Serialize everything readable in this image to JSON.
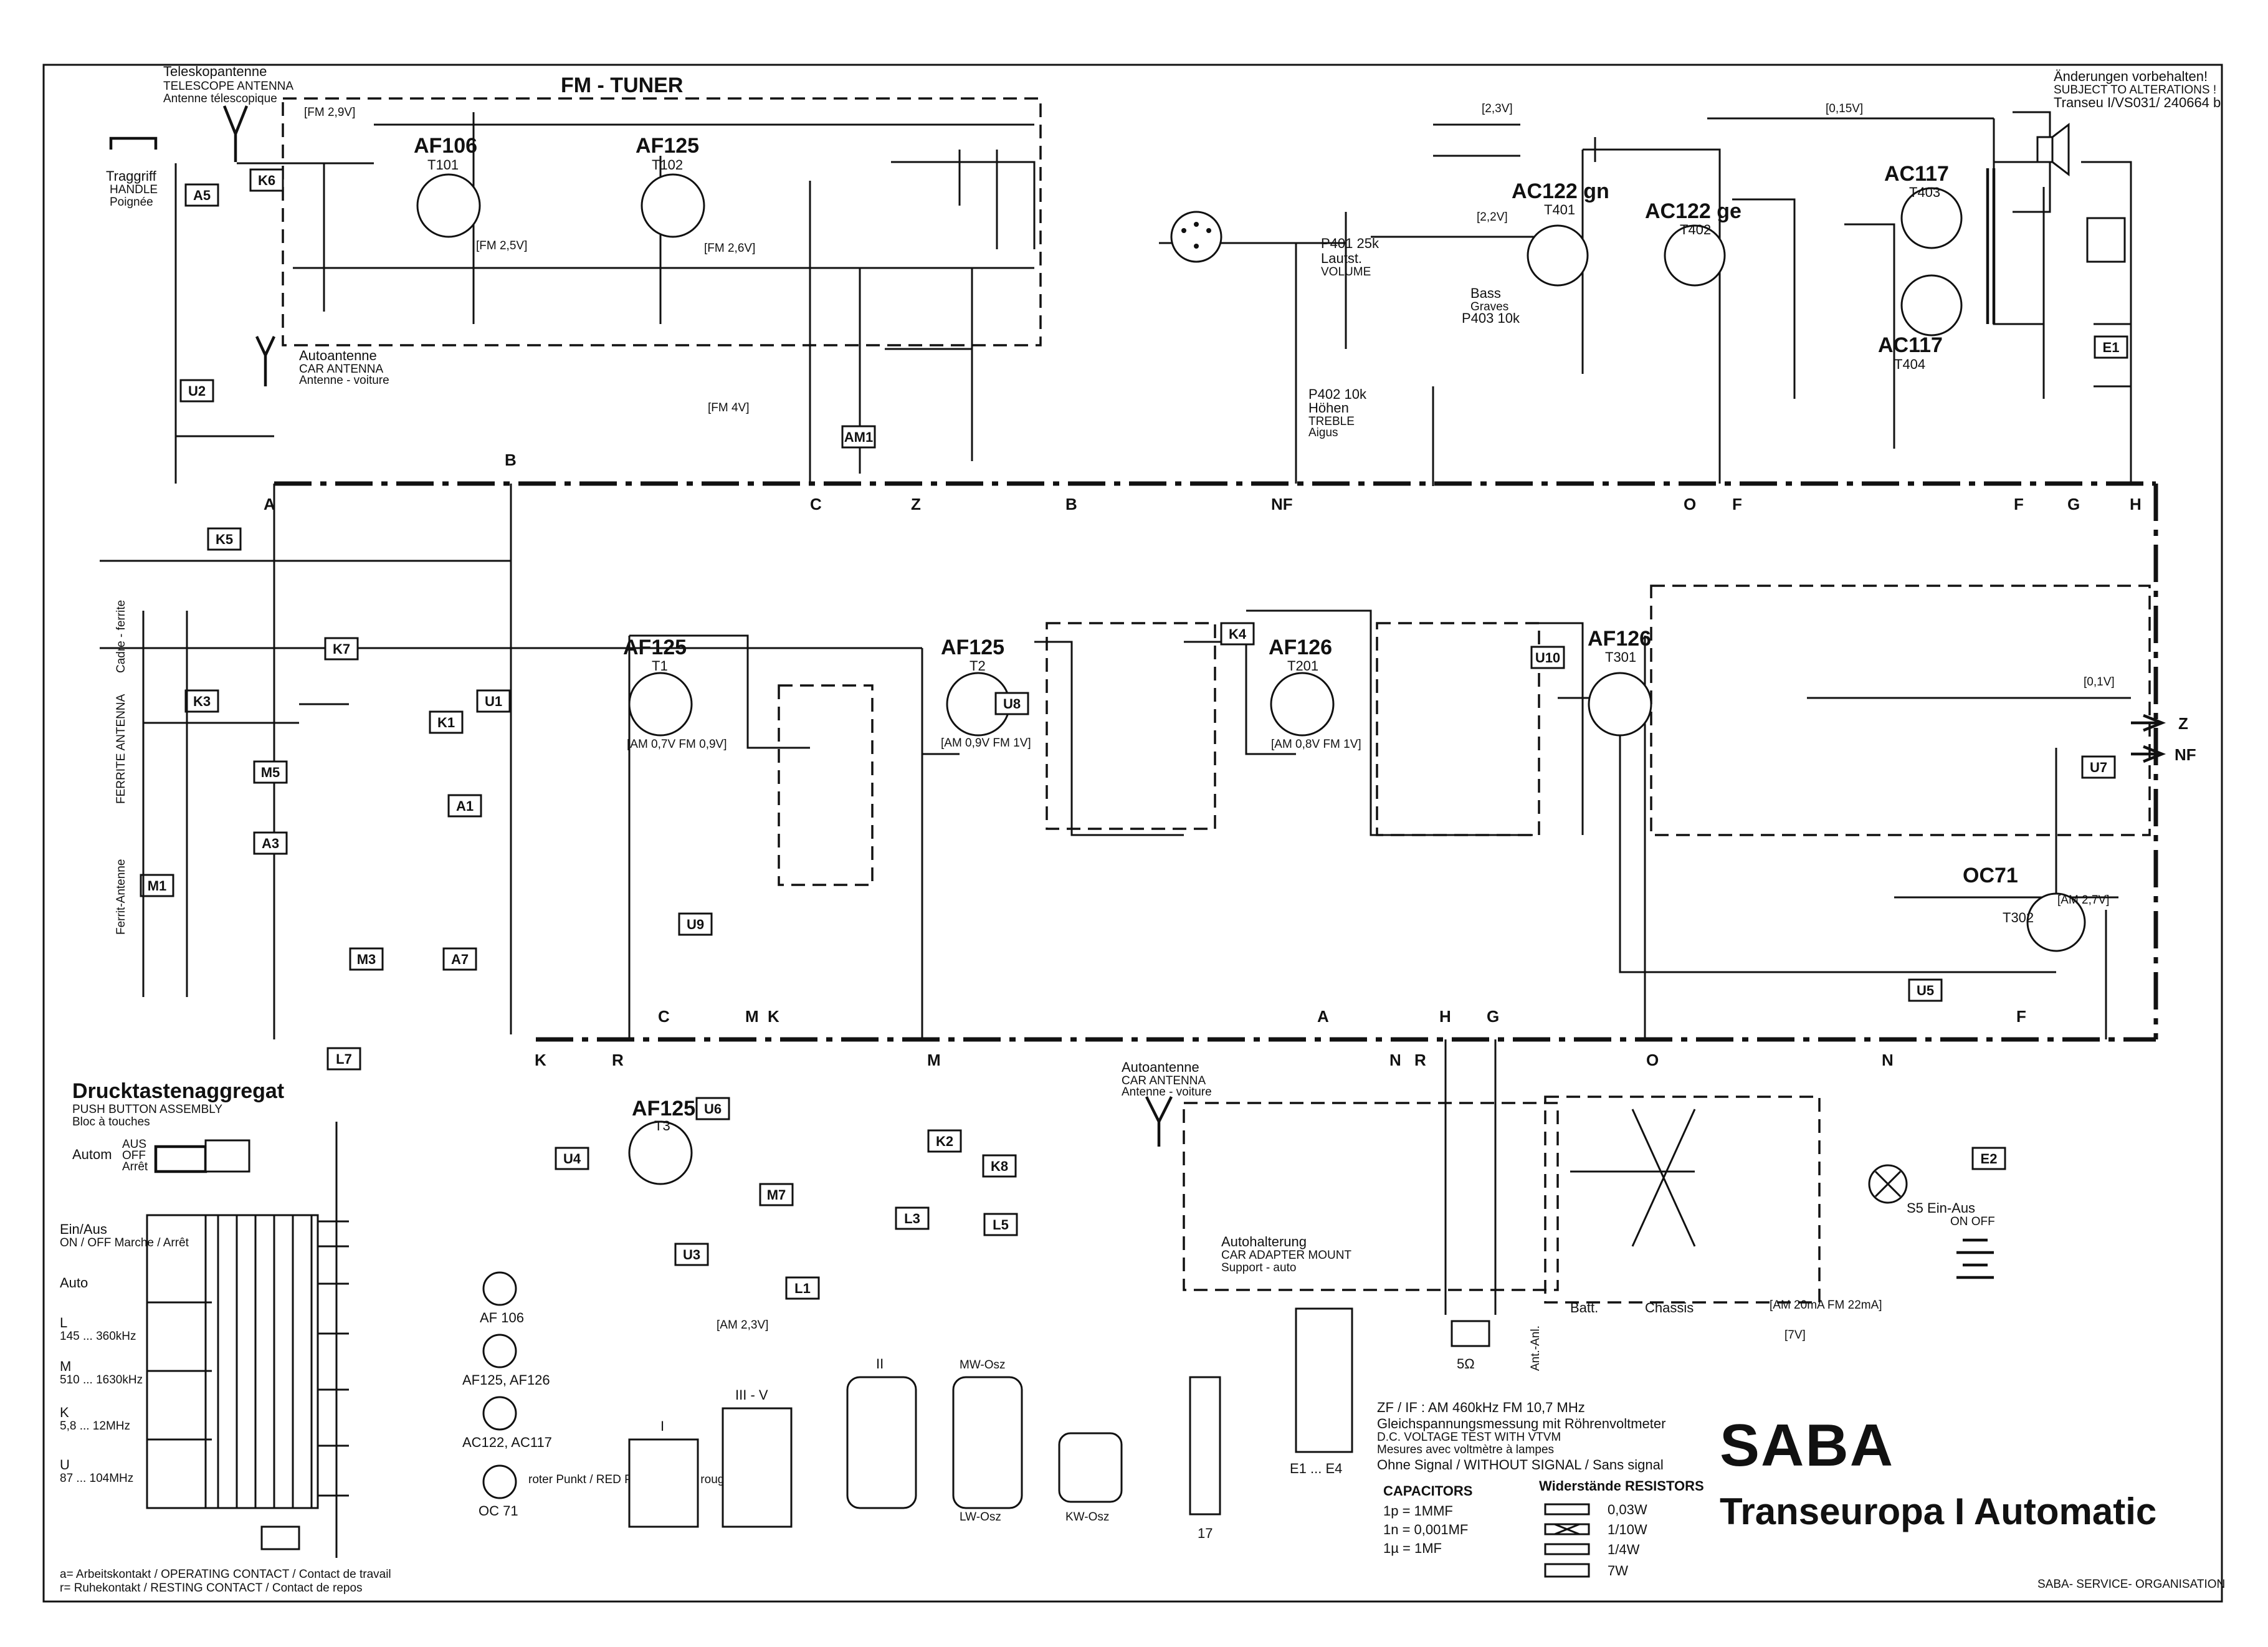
{
  "title": {
    "brand": "SABA",
    "model": "Transeuropa I Automatic",
    "footer": "SABA- SERVICE- ORGANISATION"
  },
  "changes_note": {
    "line1": "Änderungen vorbehalten!",
    "line2": "SUBJECT TO ALTERATIONS !",
    "line3": "Transeu I/VS031/ 240664 b"
  },
  "antenna": {
    "tele_title": "Teleskopantenne",
    "tele_en": "TELESCOPE ANTENNA",
    "tele_fr": "Antenne télescopique",
    "handle": "Traggriff",
    "handle_en": "HANDLE",
    "handle_fr": "Poignée",
    "car_title": "Autoantenne",
    "car_en": "CAR ANTENNA",
    "car_fr": "Antenne - voiture",
    "ferrite_de": "Ferrit-Antenne",
    "ferrite_en": "FERRITE ANTENNA",
    "ferrite_fr": "Cadre - ferrite"
  },
  "fm_tuner_label": "FM - TUNER",
  "transistors": [
    {
      "type": "AF106",
      "ref": "T101"
    },
    {
      "type": "AF125",
      "ref": "T102"
    },
    {
      "type": "AF125",
      "ref": "T1"
    },
    {
      "type": "AF125",
      "ref": "T2"
    },
    {
      "type": "AF126",
      "ref": "T201"
    },
    {
      "type": "AF126",
      "ref": "T301"
    },
    {
      "type": "AF125",
      "ref": "T3"
    },
    {
      "type": "AC122 gn",
      "ref": "T401"
    },
    {
      "type": "AC122 ge",
      "ref": "T402"
    },
    {
      "type": "AC117",
      "ref": "T403"
    },
    {
      "type": "AC117",
      "ref": "T404"
    },
    {
      "type": "OC71",
      "ref": "T302"
    }
  ],
  "bus_letters": [
    "A",
    "B",
    "C",
    "Z",
    "B",
    "NF",
    "O",
    "F",
    "F",
    "G",
    "H"
  ],
  "bus2_letters": [
    "K",
    "R",
    "C",
    "M",
    "K",
    "M",
    "A",
    "N",
    "R",
    "H",
    "G",
    "O",
    "N",
    "F"
  ],
  "right_terminals": [
    "Z",
    "NF"
  ],
  "switch_tags": [
    "K6",
    "A5",
    "U2",
    "K5",
    "K7",
    "K3",
    "K1",
    "U1",
    "A1",
    "M5",
    "A3",
    "M1",
    "M3",
    "A7",
    "L7",
    "U9",
    "U8",
    "K4",
    "U10",
    "U7",
    "U5",
    "U6",
    "U4",
    "U3",
    "K2",
    "K8",
    "M7",
    "L3",
    "L5",
    "L1",
    "AM1",
    "E1",
    "E2"
  ],
  "supply_labels": [
    "2,3V",
    "0,15V",
    "2,2V",
    "AM 0,7V FM 0,9V",
    "AM 0,9V FM 1V",
    "AM 0,8V FM 1V",
    "FM 2,9V",
    "FM 2,5V",
    "FM 2,6V",
    "FM 4V",
    "AM 2,3V",
    "AM 2,7V",
    "0,1V",
    "7V",
    "AM 20mA FM 22mA"
  ],
  "pushbutton": {
    "title": "Drucktastenaggregat",
    "en": "PUSH BUTTON ASSEMBLY",
    "fr": "Bloc à touches",
    "autom": "Autom",
    "aus": "AUS",
    "off": "OFF",
    "arret": "Arrêt",
    "rows": [
      {
        "label": "Ein/Aus",
        "sub": "ON / OFF  Marche / Arrêt"
      },
      {
        "label": "Auto",
        "sub": ""
      },
      {
        "label": "L",
        "sub": "145 ... 360kHz"
      },
      {
        "label": "M",
        "sub": "510 ... 1630kHz"
      },
      {
        "label": "K",
        "sub": "5,8 ... 12MHz"
      },
      {
        "label": "U",
        "sub": "87 ... 104MHz"
      }
    ],
    "contact_a": "a= Arbeitskontakt / OPERATING CONTACT / Contact de travail",
    "contact_r": "r= Ruhekontakt / RESTING CONTACT / Contact de repos"
  },
  "pinouts": [
    {
      "name": "AF 106"
    },
    {
      "name": "AF125, AF126"
    },
    {
      "name": "AC122, AC117"
    },
    {
      "name": "OC 71",
      "note": "roter Punkt / RED POINT / Point rouge"
    }
  ],
  "coil_views": [
    "I",
    "III - V",
    "II",
    "MW-Osz",
    "LW-Osz",
    "KW-Osz",
    "17",
    "E1 ... E4"
  ],
  "measurement": {
    "zf": "ZF / IF : AM 460kHz   FM 10,7 MHz",
    "line1": "Gleichspannungsmessung mit Röhrenvoltmeter",
    "line2": "D.C. VOLTAGE TEST WITH VTVM",
    "line3": "Mesures avec voltmètre à lampes",
    "line4": "Ohne Signal / WITHOUT SIGNAL / Sans signal"
  },
  "legend": {
    "cap_title": "CAPACITORS",
    "caps": [
      "1p = 1MMF",
      "1n = 0,001MF",
      "1µ = 1MF"
    ],
    "res_title": "Widerstände RESISTORS",
    "res": [
      "0,03W",
      "1/10W",
      "1/4W",
      "7W"
    ]
  },
  "car_adapter": {
    "title": "Autohalterung",
    "en": "CAR ADAPTER MOUNT",
    "fr": "Support - auto",
    "batt": "Batt.",
    "chassis": "Chassis"
  },
  "volume": {
    "label": "Lautst.",
    "en": "VOLUME",
    "ref": "P401 25k"
  },
  "bass": {
    "label": "Bass",
    "fr": "Graves",
    "ref": "P403 10k"
  },
  "treble": {
    "label": "Höhen",
    "en": "TREBLE",
    "fr": "Aigus",
    "ref": "P402 10k"
  },
  "power_switch": {
    "label": "S5 Ein-Aus",
    "sub": "ON  OFF"
  },
  "speaker": {
    "label": "5Ω"
  },
  "ant_out": "Ant.-Anl.",
  "colors": {
    "ink": "#111111",
    "paper": "#ffffff"
  }
}
